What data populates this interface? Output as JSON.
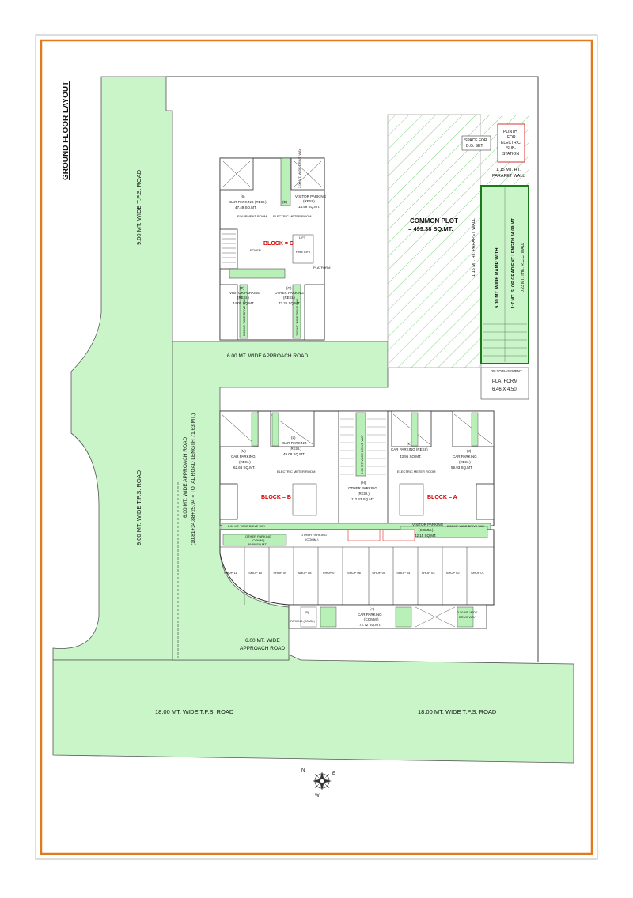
{
  "title": "GROUND FLOOR LAYOUT",
  "colors": {
    "road": "#c9f5c9",
    "green": "#b8f0b8",
    "frame": "#e07a1a",
    "accent": "#d40000"
  },
  "roads": {
    "left_top": "9.00 MT. WIDE T.P.S. ROAD",
    "left_bottom": "9.00 MT. WIDE T.P.S. ROAD",
    "bottom_left": "18.00 MT. WIDE T.P.S. ROAD",
    "bottom_right": "18.00 MT. WIDE T.P.S. ROAD",
    "approach_top": "6.00 MT. WIDE APPROACH ROAD",
    "approach_vertical_1": "6.00 MT. WIDE APPROACH ROAD",
    "approach_vertical_2": "(10.81+34.88+25.94 = TOTAL ROAD LENGTH 71.63 MT.)",
    "approach_bottom_1": "6.00 MT. WIDE",
    "approach_bottom_2": "APPROACH ROAD"
  },
  "common_plot": {
    "line1": "COMMON PLOT",
    "line2": "= 499.38 SQ.MT."
  },
  "utilities": {
    "dg_1": "SPACE FOR",
    "dg_2": "D.G. SET",
    "plinth_1": "PLINTH",
    "plinth_2": "FOR",
    "plinth_3": "ELECTRIC",
    "plinth_4": "SUB-",
    "plinth_5": "STATION",
    "parapet_1": "1.15 MT. HT.",
    "parapet_2": "PARAPET WALL",
    "parapet_vertical": "1.15 MT. HT. PARAPET WALL"
  },
  "ramp": {
    "line1": "6.00 MT. WIDE RAMP WITH",
    "line2": "1:7 MT. SLOP GRADIENT LENGTH 34.09 MT.",
    "line3": "0.23 MT. THK. R.C.C. WALL",
    "basement": "DN TO BASEMENT",
    "platform_1": "PLATFORM",
    "platform_2": "6.46 X 4.50"
  },
  "block_c": {
    "name": "BLOCK = C",
    "car_parking_1": "(6)",
    "car_parking_2": "CAR PARKING (RESI.)",
    "car_parking_3": "47.49 SQ.MT.",
    "visitor_1": "VISITOR PARKING",
    "visitor_2": "(RESI.)",
    "visitor_3": "14.99 SQ.MT.",
    "e_label": "(E)",
    "drive": "2.00 MT. WIDE DRIVE WAY",
    "equipment": "EQUIPMENT ROOM",
    "meter": "ELECTRIC METER ROOM",
    "foyer": "FOYER",
    "lift": "LIFT",
    "fire_lift": "FIRE LIFT",
    "platform": "PLATFORM",
    "vp_1": "(F)",
    "vp_2": "VISITOR PARKING",
    "vp_3": "(RESI.)",
    "vp_4": "44.00 SQ.MT.",
    "op_1": "(G)",
    "op_2": "OTHER PARKING",
    "op_3": "(RESI.)",
    "op_4": "72.25 SQ.MT.",
    "drive_left": "2.00 MT. WIDE DRIVE WAY",
    "drive_right": "2.00 MT. WIDE DRIVE WAY"
  },
  "block_b": {
    "name": "BLOCK = B",
    "car_1": "(M)",
    "car_2": "CAR PARKING",
    "car_3": "(RESI.)",
    "car_4": "62.68 SQ.MT.",
    "car2_1": "(L)",
    "car2_2": "CAR PARKING",
    "car2_3": "(RESI.)",
    "car2_4": "49.08 SQ.MT.",
    "meter": "ELECTRIC METER ROOM",
    "other_1": "OTHER PARKING",
    "other_2": "(COMM.)",
    "other_3": "39.86 SQ.MT."
  },
  "block_a": {
    "name": "BLOCK = A",
    "car_1": "(K)",
    "car_2": "CAR PARKING (RESI.)",
    "car_3": "43.96 SQ.MT.",
    "car2_1": "(J)",
    "car2_2": "CAR PARKING",
    "car2_3": "(RESI.)",
    "car2_4": "59.93 SQ.MT.",
    "meter": "ELECTRIC METER ROOM",
    "visitor_1": "VISITOR PARKING",
    "visitor_2": "(COMM.)",
    "visitor_3": "42.15 SQ.MT."
  },
  "center": {
    "drive": "2.00 MT. WIDE DRIVE WAY",
    "other_1": "(H)",
    "other_2": "OTHER PARKING",
    "other_3": "(RESI.)",
    "other_4": "112.43 SQ.MT.",
    "drive_h_left": "2.00 MT. WIDE DRIVE WAY",
    "drive_h_right": "2.00 MT. WIDE DRIVE WAY",
    "other_comm_1": "OTHER PARKING",
    "other_comm_2": "(COMM.)"
  },
  "shops": [
    "SHOP 11",
    "SHOP 10",
    "SHOP 09",
    "SHOP 08",
    "SHOP 07",
    "SHOP 06",
    "SHOP 05",
    "SHOP 04",
    "SHOP 03",
    "SHOP 02",
    "SHOP 01"
  ],
  "front": {
    "parking_1": "(A)",
    "parking_2": "CAR PARKING",
    "parking_3": "(COMM.)",
    "parking_4": "72.72 SQ.MT.",
    "small_1": "(B)",
    "small_2": "PARKING (COMM.)",
    "drive_1": "2.00 MT. WIDE",
    "drive_2": "DRIVE WAY"
  },
  "compass": {
    "n": "N",
    "e": "E",
    "w": "W"
  }
}
